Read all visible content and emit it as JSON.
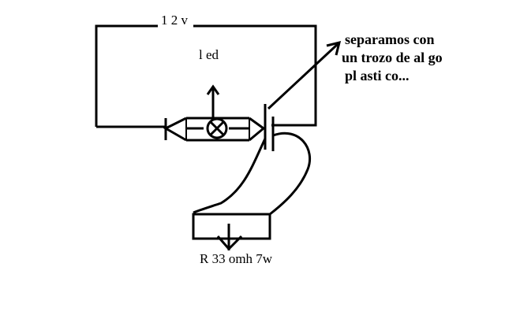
{
  "labels": {
    "voltage": "1 2 v",
    "led": "l ed",
    "note_line1": "separamos con",
    "note_line2": "un  trozo de al go",
    "note_line3": "pl asti co...",
    "resistor": "R  33  omh 7w"
  },
  "colors": {
    "background": "#ffffff",
    "ink": "#000000"
  },
  "icons": {
    "lamp": "lamp-cross-circle-icon",
    "arrow_up": "arrow-up-icon",
    "arrow_diag": "arrow-diagonal-icon",
    "arrow_down": "arrow-down-icon"
  }
}
